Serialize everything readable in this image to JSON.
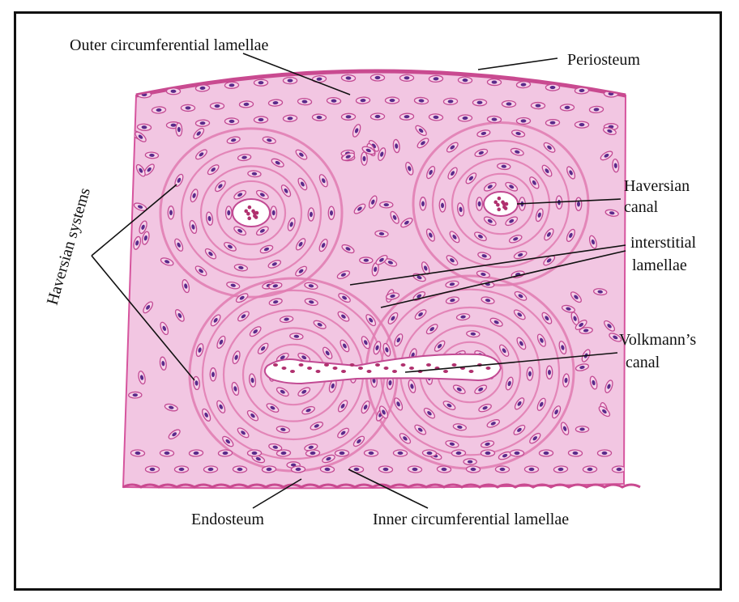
{
  "labels": {
    "outer_circumferential": "Outer circumferential lamellae",
    "periosteum": "Periosteum",
    "haversian_systems": "Haversian systems",
    "haversian_canal_1": "Haversian",
    "haversian_canal_2": "canal",
    "interstitial_1": "interstitial",
    "interstitial_2": "lamellae",
    "volkmann_1": "Volkmann’s",
    "volkmann_2": "canal",
    "endosteum": "Endosteum",
    "inner_circumferential": "Inner circumferential lamellae"
  },
  "colors": {
    "tissue_fill": "#f2c6e2",
    "tissue_edge": "#d6559e",
    "lamella_ring": "#e07ab0",
    "cell_fill": "#f7d2ea",
    "cell_outline": "#c24a93",
    "nucleus": "#5a2a8a",
    "canal_fill": "#ffffff",
    "leader_line": "#111111"
  }
}
